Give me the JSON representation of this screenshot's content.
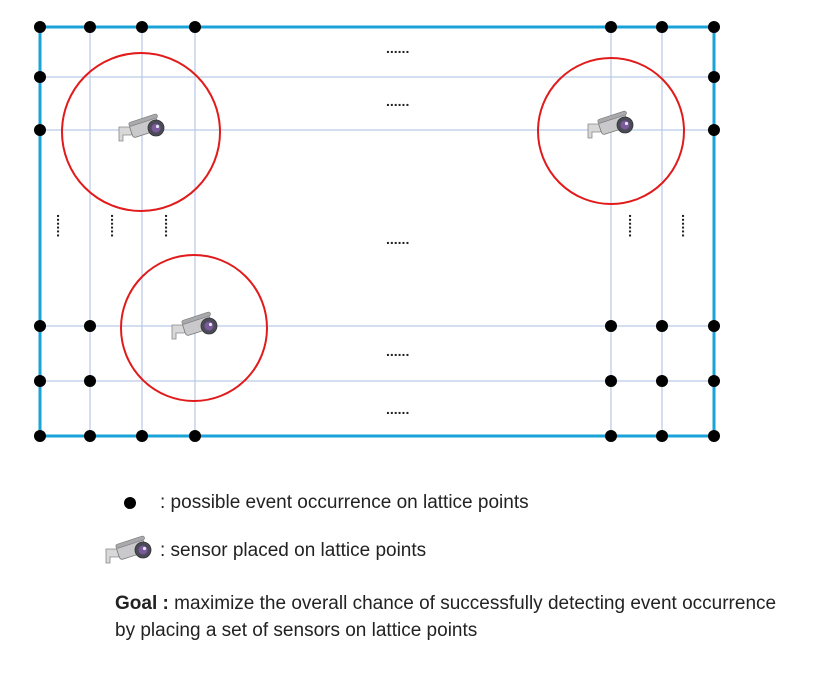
{
  "diagram": {
    "ellipsis": "......",
    "colors": {
      "border": "#1aa3d9",
      "grid": "#b9c9e6",
      "circle": "#e11b1b",
      "point": "#000000"
    },
    "icons": {
      "point": "lattice-point-icon",
      "sensor": "camera-sensor-icon"
    }
  },
  "legend": {
    "point_text": ": possible event occurrence on lattice points",
    "sensor_text": ": sensor placed on lattice points"
  },
  "goal": {
    "label": "Goal :",
    "text": " maximize the overall chance of successfully detecting event occurrence by placing a set of sensors on lattice points"
  }
}
